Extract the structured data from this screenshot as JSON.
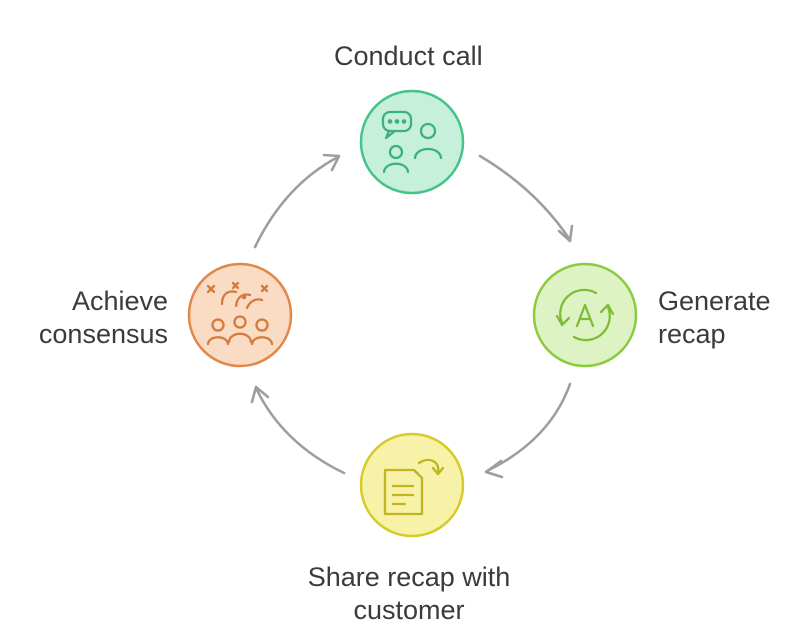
{
  "steps": [
    {
      "id": "conduct-call",
      "label_lines": [
        "Conduct call"
      ],
      "icon": "conversation-people-icon",
      "fill": "#c6f0dc",
      "stroke": "#44c487"
    },
    {
      "id": "generate-recap",
      "label_lines": [
        "Generate",
        "recap"
      ],
      "icon": "auto-generate-icon",
      "fill": "#ddf3c3",
      "stroke": "#8acb3f"
    },
    {
      "id": "share-recap",
      "label_lines": [
        "Share recap with",
        "customer"
      ],
      "icon": "document-share-icon",
      "fill": "#f7f2a8",
      "stroke": "#d5cb2a"
    },
    {
      "id": "achieve-consensus",
      "label_lines": [
        "Achieve",
        "consensus"
      ],
      "icon": "celebrating-group-icon",
      "fill": "#fadcc5",
      "stroke": "#e0884a"
    }
  ],
  "arrows": [
    {
      "from": "conduct-call",
      "to": "generate-recap"
    },
    {
      "from": "generate-recap",
      "to": "share-recap"
    },
    {
      "from": "share-recap",
      "to": "achieve-consensus"
    },
    {
      "from": "achieve-consensus",
      "to": "conduct-call"
    }
  ],
  "colors": {
    "text": "#3b3b3b",
    "arrow": "#9e9e9e"
  }
}
